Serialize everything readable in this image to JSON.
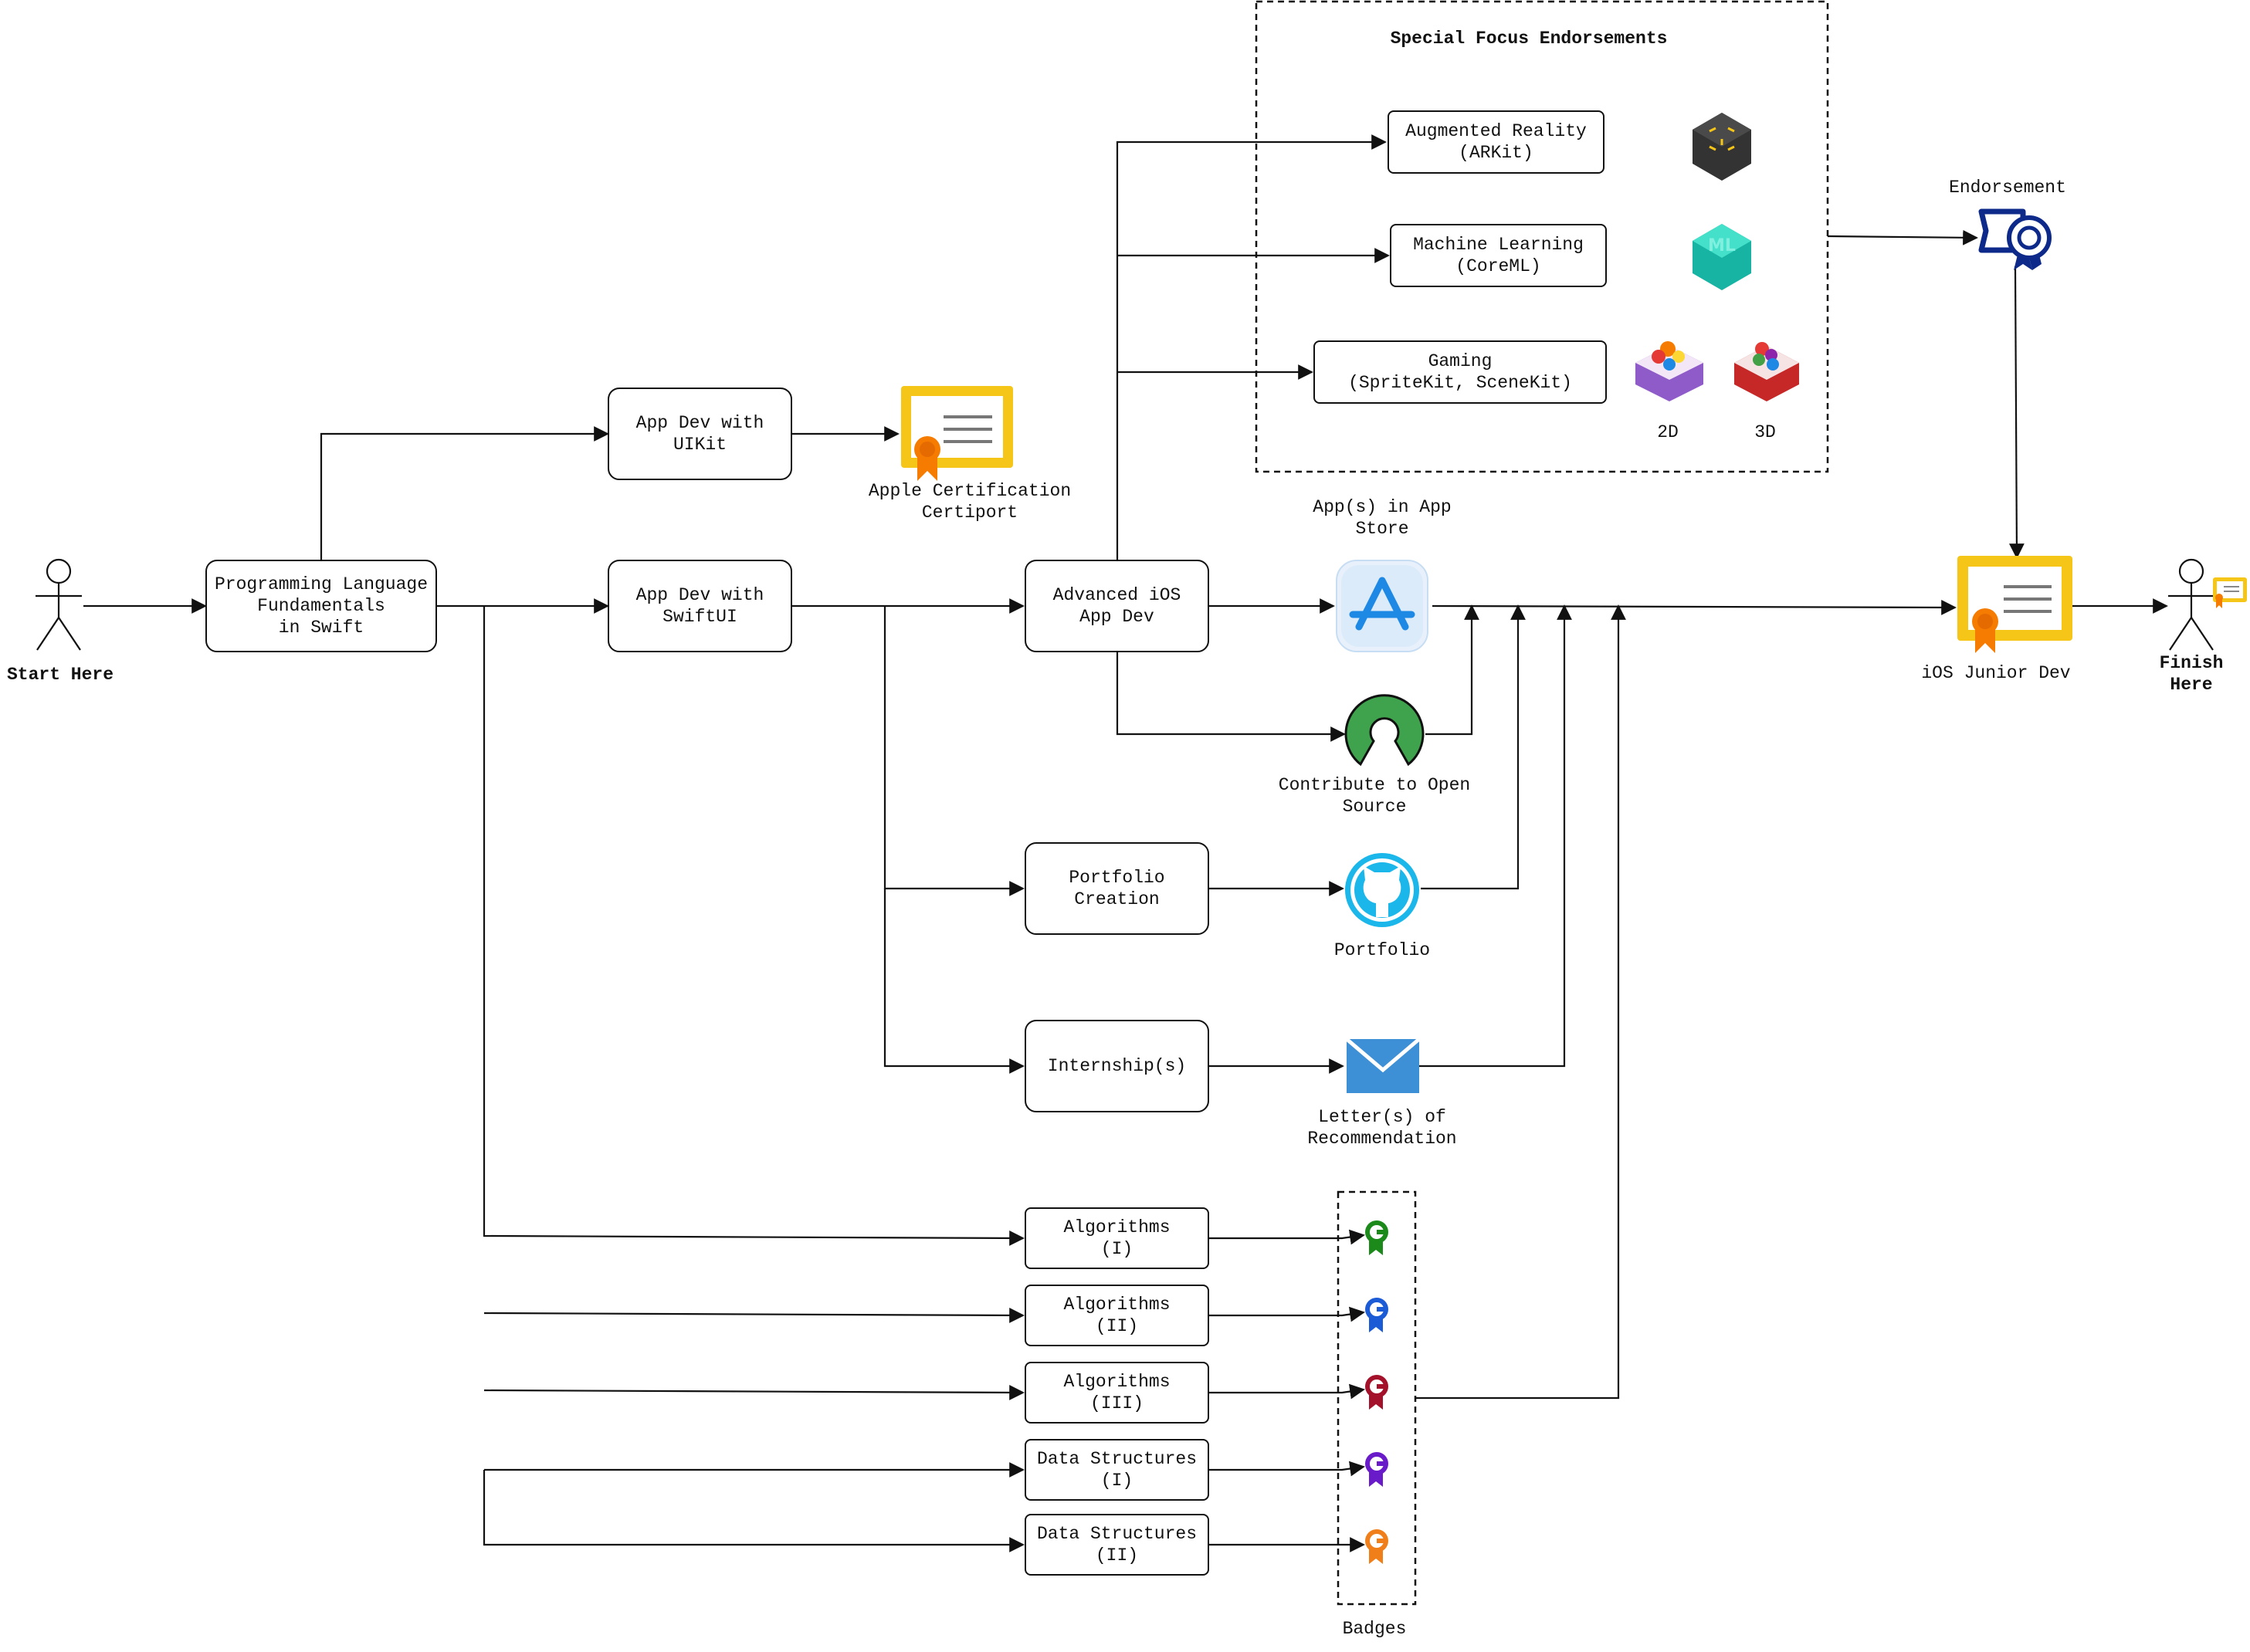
{
  "actors": {
    "start": "Start Here",
    "finish": "Finish\nHere"
  },
  "nodes": {
    "fundamentals": "Programming Language\nFundamentals\nin Swift",
    "uikit": "App Dev with\nUIKit",
    "swiftui": "App Dev with\nSwiftUI",
    "advanced": "Advanced iOS\nApp Dev",
    "portfolio_creation": "Portfolio\nCreation",
    "internships": "Internship(s)",
    "alg1": "Algorithms\n(I)",
    "alg2": "Algorithms\n(II)",
    "alg3": "Algorithms\n(III)",
    "ds1": "Data Structures\n(I)",
    "ds2": "Data Structures\n(II)",
    "arkit": "Augmented Reality\n(ARKit)",
    "coreml": "Machine Learning\n(CoreML)",
    "gaming": "Gaming\n(SpriteKit, SceneKit)"
  },
  "labels": {
    "special_focus": "Special Focus Endorsements",
    "apple_cert": "Apple Certification\nCertiport",
    "app_store": "App(s) in App\nStore",
    "open_source": "Contribute to Open\nSource",
    "portfolio": "Portfolio",
    "letters": "Letter(s) of\nRecommendation",
    "badges": "Badges",
    "endorsement": "Endorsement",
    "junior_dev": "iOS Junior Dev",
    "two_d": "2D",
    "three_d": "3D"
  },
  "icons": {
    "certificate": "certificate-icon",
    "app_store": "app-store-icon",
    "open_source": "open-source-icon",
    "github": "github-icon",
    "mail": "mail-icon",
    "arkit": "arkit-icon",
    "coreml": "coreml-icon",
    "spritekit": "spritekit-icon",
    "scenekit": "scenekit-icon",
    "endorsement_ribbon": "endorsement-ribbon-icon",
    "badge": "badge-icon"
  },
  "colors": {
    "stroke": "#111111",
    "cert_gold": "#F5C518",
    "cert_orange": "#F57C00",
    "app_store_blue": "#1E88E5",
    "open_source_green": "#3FA34D",
    "github_cyan": "#1BB7EA",
    "mail_blue": "#3D8FD6",
    "endorsement_navy": "#0D2A8A",
    "badge_green": "#1B8A1B",
    "badge_blue": "#1C5BD6",
    "badge_red": "#A3122A",
    "badge_purple": "#6A1BC9",
    "badge_orange": "#F07F1A"
  }
}
